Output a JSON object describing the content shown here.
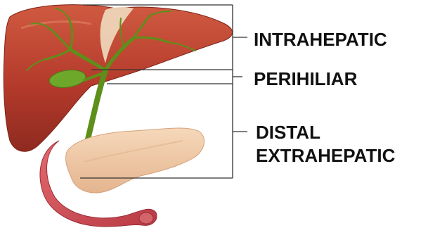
{
  "labels": {
    "intrahepatic": "INTRAHEPATIC",
    "perihiliar": "PERIHILIAR",
    "distal_line1": "DISTAL",
    "distal_line2": "EXTRAHEPATIC"
  },
  "colors": {
    "liver": "#b83a2c",
    "liver_light": "#d96a4f",
    "bile_duct": "#5d8f1a",
    "gallbladder": "#6ea82a",
    "pancreas": "#f0cba8",
    "duodenum": "#d9525a",
    "bracket_lines": "#333333"
  }
}
